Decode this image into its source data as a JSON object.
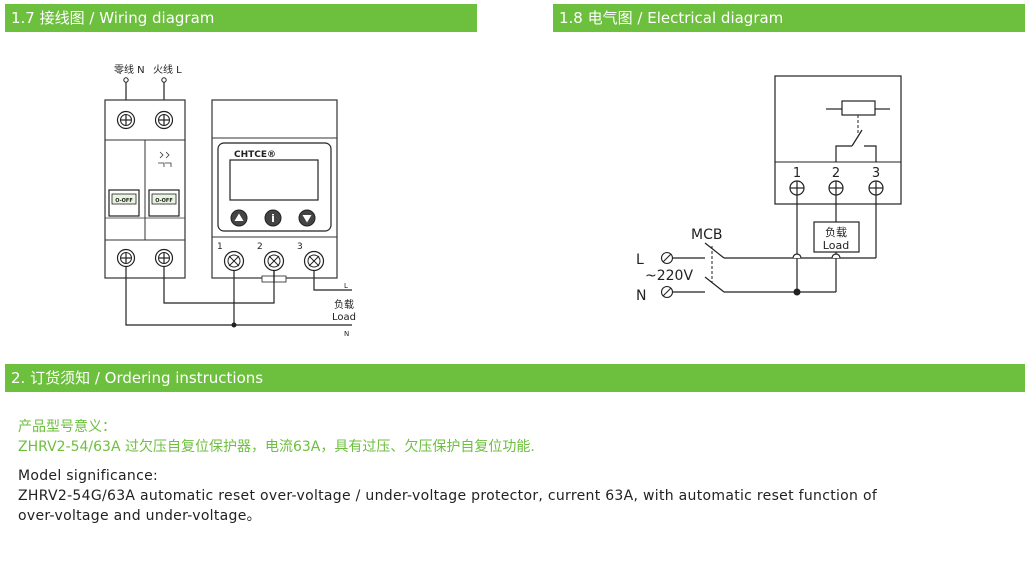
{
  "sections": {
    "wiring_title": "1.7 接线图 / Wiring diagram",
    "electrical_title": "1.8 电气图 / Electrical diagram",
    "ordering_title": "2. 订货须知 / Ordering instructions"
  },
  "wiring": {
    "neutral_label": "零线 N",
    "live_label": "火线 L",
    "breaker_switch_label": "O-OFF",
    "brand": "CHTCE®",
    "info_button": "i",
    "terminal_labels": [
      "1",
      "2",
      "3"
    ],
    "load_label_cn": "负载",
    "load_label_en": "Load",
    "line_l": "L",
    "line_n": "N"
  },
  "electrical": {
    "terminal_labels": [
      "1",
      "2",
      "3"
    ],
    "mcb_label": "MCB",
    "l_label": "L",
    "n_label": "N",
    "voltage_label": "~220V",
    "load_label_cn": "负载",
    "load_label_en": "Load"
  },
  "ordering": {
    "meaning_heading": "产品型号意义：",
    "meaning_text": "ZHRV2-54/63A 过欠压自复位保护器，电流63A，具有过压、欠压保护自复位功能.",
    "model_heading": "Model significance:",
    "model_line1": "ZHRV2-54G/63A automatic reset over-voltage / under-voltage protector, current 63A, with automatic reset function of",
    "model_line2": "over-voltage and under-voltage。"
  },
  "colors": {
    "accent": "#6dbf3e",
    "text": "#222222",
    "device_fill": "#ececec"
  }
}
